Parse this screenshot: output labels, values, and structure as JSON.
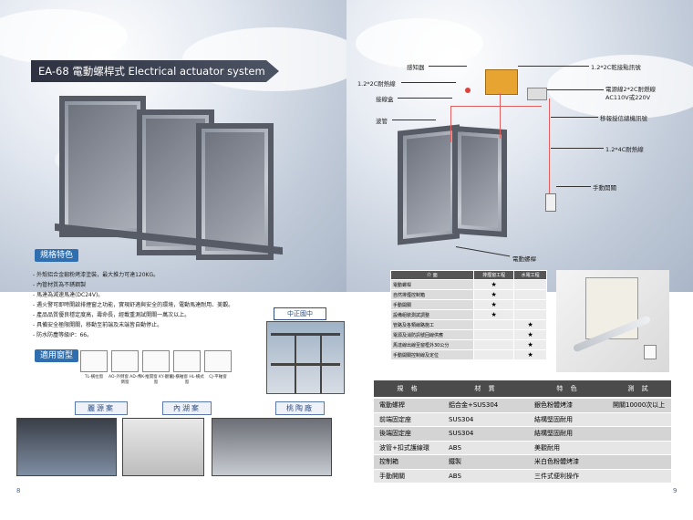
{
  "left_page": {
    "title": "EA-68 電動螺桿式 Electrical actuator system",
    "spec_section": "規格特色",
    "features": [
      "- 外殼鋁合金鍛粉烤漆塗裝，最大推力可達120KG。",
      "- 內管材質為不銹鋼製",
      "- 馬達為減速馬達(DC24V)。",
      "- 遇火警可即時開啟排煙窗之功能，實現舒適與安全的環境，電動馬達耐用、美觀。",
      "- 產品品質優良穩定度高，壽命長，經載重測試開關一萬次以上。",
      "- 具備安全極限開關，移動至前端及末端皆自動停止。",
      "- 防水防塵等級IP：66。"
    ],
    "in_progress_label": "中正國中",
    "window_section": "適用窗型",
    "window_types": [
      "TL-橫拉窗",
      "AO-外倒窗 AD-內倒窗",
      "TK-推開窗 KY-翻窗窗",
      "HJ-橫軸窗 HL-橫式窗",
      "CJ-平軸窗"
    ],
    "cases": [
      "麗源案",
      "內湖案",
      "桃陶廠"
    ],
    "page_number": "8"
  },
  "right_page": {
    "callouts": {
      "alarm": "感知器",
      "cable_fire": "1.2*2C耐熱線",
      "junction": "接線盒",
      "pipe": "波管",
      "signal_line": "1.2*2C乾接點訊號",
      "power_line": "電源線2*2C耐燃線",
      "power_spec": "AC110V或220V",
      "move_signal": "移報授信總機訊號",
      "cable_4c": "1.2*4C耐熱線",
      "manual_switch": "手動開關",
      "actuator": "電動螺桿"
    },
    "scope_table": {
      "headers": [
        "介 面",
        "排煙窗工程",
        "水電工程"
      ],
      "rows": [
        {
          "item": "電動螺桿",
          "a": "★",
          "b": ""
        },
        {
          "item": "自然排煙控制箱",
          "a": "★",
          "b": ""
        },
        {
          "item": "手動開關",
          "a": "★",
          "b": ""
        },
        {
          "item": "設備組裝測試調整",
          "a": "★",
          "b": ""
        },
        {
          "item": "管路及各類線路施工",
          "a": "",
          "b": "★"
        },
        {
          "item": "電源及消防訊號回線供應",
          "a": "",
          "b": "★"
        },
        {
          "item": "馬達線出線至窗框外30公分",
          "a": "",
          "b": "★"
        },
        {
          "item": "手動開關控制線及定位",
          "a": "",
          "b": "★"
        }
      ]
    },
    "spec_table": {
      "headers": [
        "規 格",
        "材 質",
        "特 色",
        "測 試"
      ],
      "rows": [
        {
          "spec": "電動螺桿",
          "material": "鋁合金+SUS304",
          "feature": "銀色粉體烤漆",
          "test": "開關10000次以上"
        },
        {
          "spec": "前端固定座",
          "material": "SUS304",
          "feature": "結構堅固耐用",
          "test": ""
        },
        {
          "spec": "後端固定座",
          "material": "SUS304",
          "feature": "結構堅固耐用",
          "test": ""
        },
        {
          "spec": "波管+扣式護線環",
          "material": "ABS",
          "feature": "美觀耐用",
          "test": ""
        },
        {
          "spec": "控制箱",
          "material": "鐵製",
          "feature": "米白色粉體烤漆",
          "test": ""
        },
        {
          "spec": "手動開關",
          "material": "ABS",
          "feature": "三件式便利操作",
          "test": ""
        }
      ]
    },
    "page_number": "9"
  },
  "colors": {
    "accent": "#2f6fb0",
    "dark": "#4b4b4b",
    "frame": "#565b66",
    "wire": "#e06060"
  }
}
